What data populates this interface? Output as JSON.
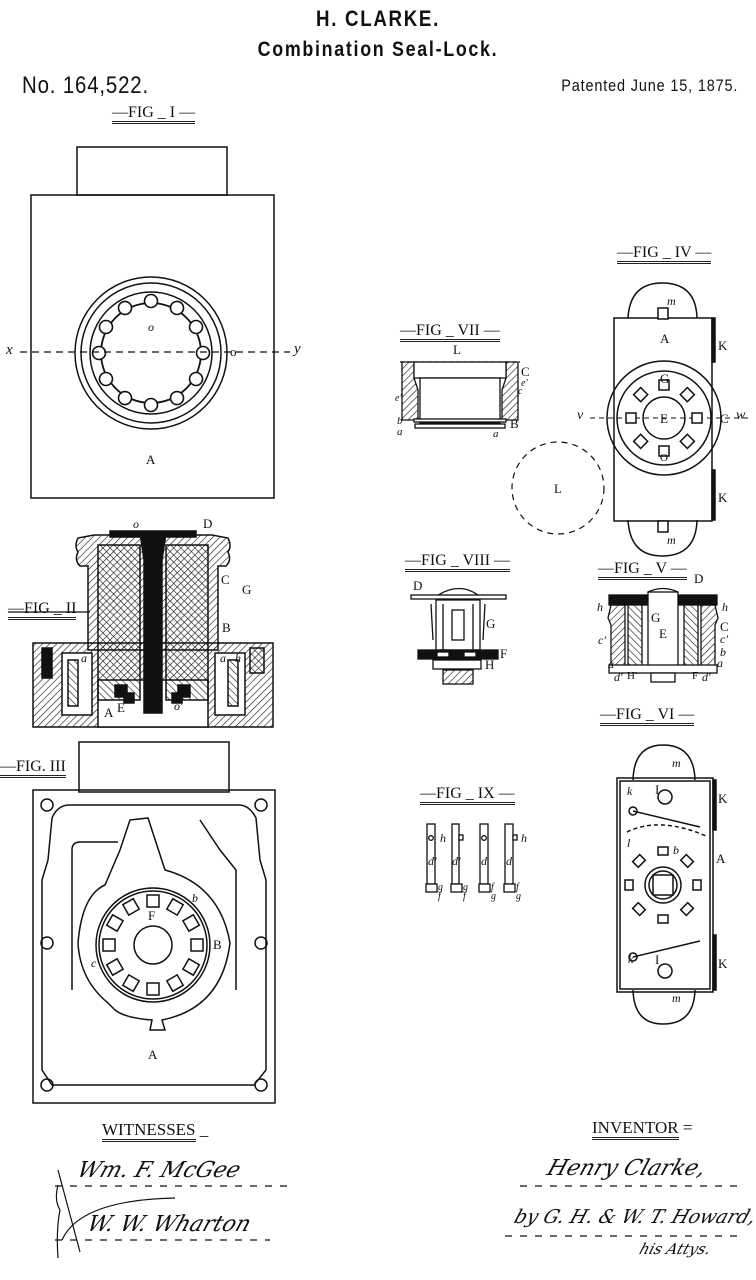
{
  "header": {
    "inventor_name": "H. CLARKE.",
    "invention_title": "Combination Seal-Lock.",
    "patent_number": "No. 164,522.",
    "patent_date": "Patented June 15, 1875."
  },
  "figures": [
    {
      "id": "fig1",
      "label": "—FIG _ I —",
      "part_labels": [
        "A",
        "o",
        "o",
        "x",
        "y"
      ]
    },
    {
      "id": "fig2",
      "label": "—FIG _ II",
      "part_labels": [
        "o",
        "D",
        "C",
        "G",
        "B",
        "a",
        "a",
        "h",
        "A",
        "E",
        "o'"
      ]
    },
    {
      "id": "fig3",
      "label": "—FIG. III",
      "part_labels": [
        "F",
        "b",
        "B",
        "c",
        "A"
      ]
    },
    {
      "id": "fig4",
      "label": "—FIG _ IV —",
      "part_labels": [
        "m",
        "A",
        "K",
        "G",
        "E",
        "C",
        "v",
        "w",
        "L",
        "K",
        "m",
        "O"
      ]
    },
    {
      "id": "fig5",
      "label": "—FIG _ V —",
      "part_labels": [
        "D",
        "h",
        "h",
        "G",
        "E",
        "C",
        "c'",
        "c'",
        "b",
        "a",
        "a",
        "d'",
        "H'",
        "F",
        "d'"
      ]
    },
    {
      "id": "fig6",
      "label": "—FIG _ VI —",
      "part_labels": [
        "m",
        "k",
        "I",
        "K",
        "l",
        "b",
        "A",
        "k",
        "I",
        "K",
        "m"
      ]
    },
    {
      "id": "fig7",
      "label": "—FIG _ VII —",
      "part_labels": [
        "L",
        "C",
        "e'",
        "c",
        "e'",
        "b",
        "a",
        "B",
        "a"
      ]
    },
    {
      "id": "fig8",
      "label": "—FIG _ VIII —",
      "part_labels": [
        "D",
        "G",
        "F",
        "H"
      ]
    },
    {
      "id": "fig9",
      "label": "—FIG _ IX —",
      "part_labels": [
        "h",
        "d'",
        "d'",
        "d",
        "d",
        "h",
        "g",
        "f",
        "g",
        "f",
        "f",
        "g",
        "f",
        "g"
      ]
    }
  ],
  "footer": {
    "witnesses_label": "WITNESSES",
    "witness_signatures": [
      "Wm. F. McGee",
      "W. W. Wharton"
    ],
    "inventor_label": "INVENTOR",
    "inventor_signature": "Henry Clarke,",
    "attorney_signature": "by G. H. & W. T. Howard,",
    "attorney_note": "his Attys."
  }
}
